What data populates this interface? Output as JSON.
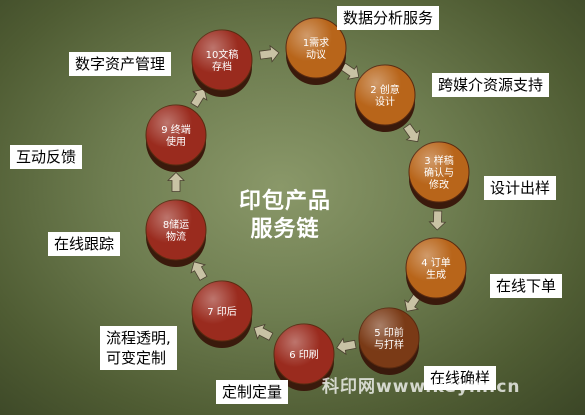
{
  "center_title": "印包产品\n服务链",
  "steps": [
    {
      "lines": [
        "1需求",
        "动议"
      ]
    },
    {
      "lines": [
        "2 创意",
        "设计"
      ]
    },
    {
      "lines": [
        "3 样稿",
        "确认与",
        "修改"
      ]
    },
    {
      "lines": [
        "4 订单",
        "生成"
      ]
    },
    {
      "lines": [
        "5 印前",
        "与打样"
      ]
    },
    {
      "lines": [
        "6 印刷"
      ]
    },
    {
      "lines": [
        "7 印后"
      ]
    },
    {
      "lines": [
        "8储运",
        "物流"
      ]
    },
    {
      "lines": [
        "9 终端",
        "使用"
      ]
    },
    {
      "lines": [
        "10文稿",
        "存档"
      ]
    }
  ],
  "services": [
    {
      "label": "数据分析服务"
    },
    {
      "label": "跨媒介资源支持"
    },
    {
      "label": "设计出样"
    },
    {
      "label": "在线下单"
    },
    {
      "label": "在线确样"
    },
    {
      "label": "定制定量"
    },
    {
      "label": "流程透明,\n可变定制"
    },
    {
      "label": "在线跟踪"
    },
    {
      "label": "互动反馈"
    },
    {
      "label": "数字资产管理"
    }
  ],
  "watermark": "科印网www.keyin.cn",
  "colors": {
    "disc_red": "#9a2b1e",
    "disc_brown": "#7a3a16",
    "disc_amber": "#b8651a",
    "arrow": "#c8c2a4"
  }
}
